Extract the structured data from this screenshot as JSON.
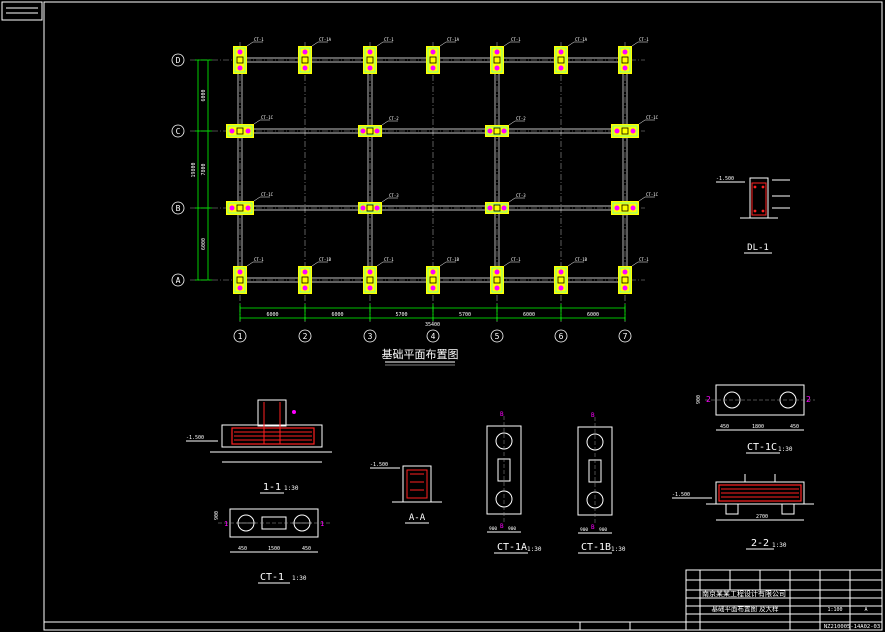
{
  "colors": {
    "background": "#000000",
    "line": "#ffffff",
    "axis_dash": "#9a9a9a",
    "dimension": "#00ff00",
    "footing": "#ffff00",
    "rebar": "#ff2020",
    "pile": "#ff00ff",
    "label": "#00ffff"
  },
  "plan": {
    "title": "基础平面布置图",
    "column_labels": [
      "1",
      "2",
      "3",
      "4",
      "5",
      "6",
      "7"
    ],
    "row_labels": [
      "D",
      "C",
      "B",
      "A"
    ],
    "bay_dims": [
      "6000",
      "6000",
      "5700",
      "5700",
      "6000",
      "6000"
    ],
    "total_dim": "35400",
    "row_dims": [
      "6000",
      "7800",
      "6000"
    ],
    "row_total": "19800",
    "footing_tags": [
      "CT-1",
      "CT-1A",
      "CT-1B",
      "CT-1C",
      "CT-2",
      "CT-3"
    ],
    "beam_tag": "DL-1"
  },
  "details": {
    "dl1": {
      "title": "DL-1",
      "elev": "-1.500"
    },
    "s11": {
      "title": "1-1",
      "scale": "1:30",
      "elev": "-1.500"
    },
    "ct1": {
      "title": "CT-1",
      "scale": "1:30",
      "dims": [
        "450",
        "1500",
        "450"
      ],
      "width": "900"
    },
    "aa": {
      "title": "A-A",
      "elev": "-1.500"
    },
    "ct1a": {
      "title": "CT-1A",
      "scale": "1:30",
      "dims": [
        "900",
        "900"
      ]
    },
    "ct1b": {
      "title": "CT-1B",
      "scale": "1:30",
      "dims": [
        "900",
        "900"
      ]
    },
    "ct1c": {
      "title": "CT-1C",
      "scale": "1:30",
      "dims": [
        "450",
        "1800",
        "450"
      ],
      "width": "900"
    },
    "s22": {
      "title": "2-2",
      "scale": "1:30",
      "elev": "-1.500",
      "width": "2700"
    }
  },
  "title_block": {
    "company": "南京某某工程设计有限公司",
    "drawing_name": "基础平面布置图  及大样",
    "drawing_no": "NZ210005-14A02-03",
    "rev": "A",
    "scale": "1:100"
  }
}
